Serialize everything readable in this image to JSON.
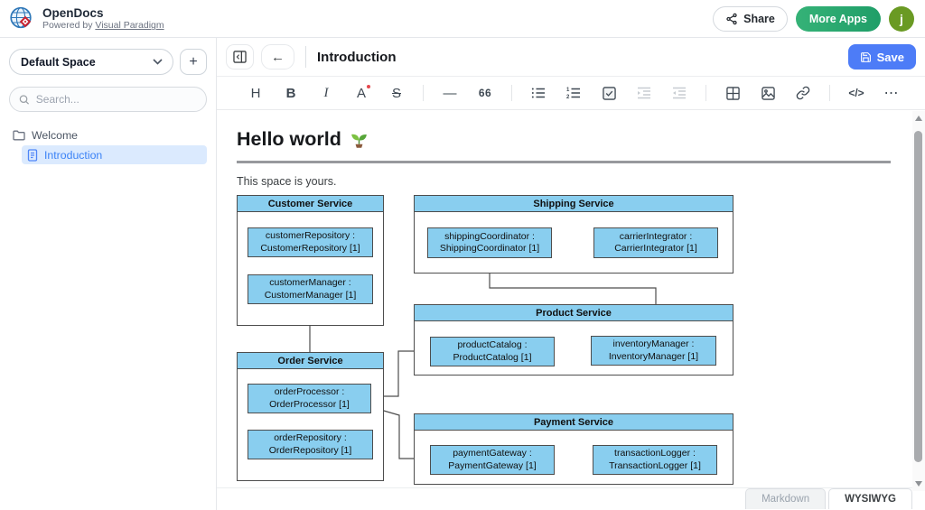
{
  "header": {
    "app_name": "OpenDocs",
    "powered_by_prefix": "Powered by ",
    "powered_by_link": "Visual Paradigm",
    "share_label": "Share",
    "more_apps_label": "More Apps",
    "avatar_initial": "j"
  },
  "sidebar": {
    "space_selector": "Default Space",
    "add_button": "+",
    "search_placeholder": "Search...",
    "tree": [
      {
        "label": "Welcome",
        "type": "folder",
        "selected": false
      },
      {
        "label": "Introduction",
        "type": "document",
        "selected": true
      }
    ]
  },
  "editor": {
    "title": "Introduction",
    "save_label": "Save",
    "toolbar_glyphs": {
      "heading": "H",
      "bold": "B",
      "italic": "I",
      "font_color": "A",
      "strikethrough": "S",
      "horizontal_rule": "—",
      "quote": "66",
      "code": "</>",
      "more": "⋯"
    },
    "mode_markdown": "Markdown",
    "mode_wysiwyg": "WYSIWYG"
  },
  "document": {
    "heading": "Hello world",
    "heading_emoji": "🌱",
    "paragraph": "This space is yours."
  },
  "diagram": {
    "customer_service": {
      "title": "Customer Service",
      "parts": [
        {
          "name": "customerRepository :",
          "type": "CustomerRepository [1]"
        },
        {
          "name": "customerManager :",
          "type": "CustomerManager [1]"
        }
      ]
    },
    "shipping_service": {
      "title": "Shipping Service",
      "parts": [
        {
          "name": "shippingCoordinator :",
          "type": "ShippingCoordinator [1]"
        },
        {
          "name": "carrierIntegrator :",
          "type": "CarrierIntegrator [1]"
        }
      ]
    },
    "product_service": {
      "title": "Product Service",
      "parts": [
        {
          "name": "productCatalog :",
          "type": "ProductCatalog [1]"
        },
        {
          "name": "inventoryManager :",
          "type": "InventoryManager [1]"
        }
      ]
    },
    "order_service": {
      "title": "Order Service",
      "parts": [
        {
          "name": "orderProcessor :",
          "type": "OrderProcessor [1]"
        },
        {
          "name": "orderRepository :",
          "type": "OrderRepository [1]"
        }
      ]
    },
    "payment_service": {
      "title": "Payment Service",
      "parts": [
        {
          "name": "paymentGateway :",
          "type": "PaymentGateway [1]"
        },
        {
          "name": "transactionLogger :",
          "type": "TransactionLogger [1]"
        }
      ]
    },
    "connections": [
      {
        "from": "customerManager",
        "to": "orderProcessor"
      },
      {
        "from": "shippingCoordinator",
        "to": "carrierIntegrator"
      },
      {
        "from": "shippingCoordinator",
        "to": "inventoryManager"
      },
      {
        "from": "productCatalog",
        "to": "inventoryManager"
      },
      {
        "from": "orderProcessor",
        "to": "productCatalog"
      },
      {
        "from": "orderProcessor",
        "to": "paymentGateway"
      },
      {
        "from": "paymentGateway",
        "to": "transactionLogger"
      }
    ]
  },
  "colors": {
    "accent_blue": "#4d7cf7",
    "more_apps_green": "#27a768",
    "diagram_blue": "#89ceef",
    "selected_item_bg": "#dbeafe",
    "link_blue": "#3b82f6",
    "avatar_green": "#6a9a23"
  }
}
